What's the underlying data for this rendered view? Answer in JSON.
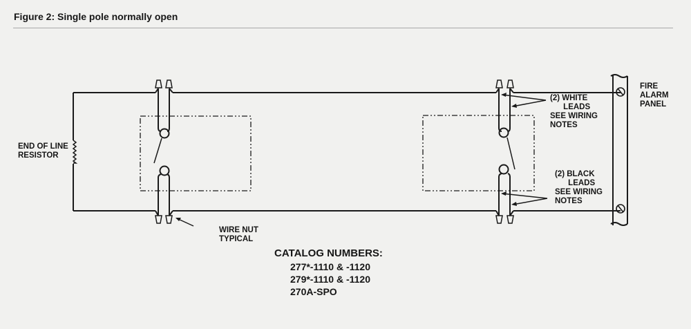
{
  "figure": {
    "title": "Figure 2: Single pole normally open"
  },
  "labels": {
    "end_of_line": "END OF LINE\nRESISTOR",
    "white_leads": "(2) WHITE\n      LEADS\nSEE WIRING\nNOTES",
    "black_leads": "(2) BLACK\n      LEADS\nSEE WIRING\nNOTES",
    "fire_alarm_panel": "FIRE\nALARM\nPANEL",
    "wire_nut": "WIRE NUT\nTYPICAL"
  },
  "catalog": {
    "heading": "CATALOG NUMBERS:",
    "items": [
      "277*-1110 & -1120",
      "279*-1110 & -1120",
      "270A-SPO"
    ]
  }
}
